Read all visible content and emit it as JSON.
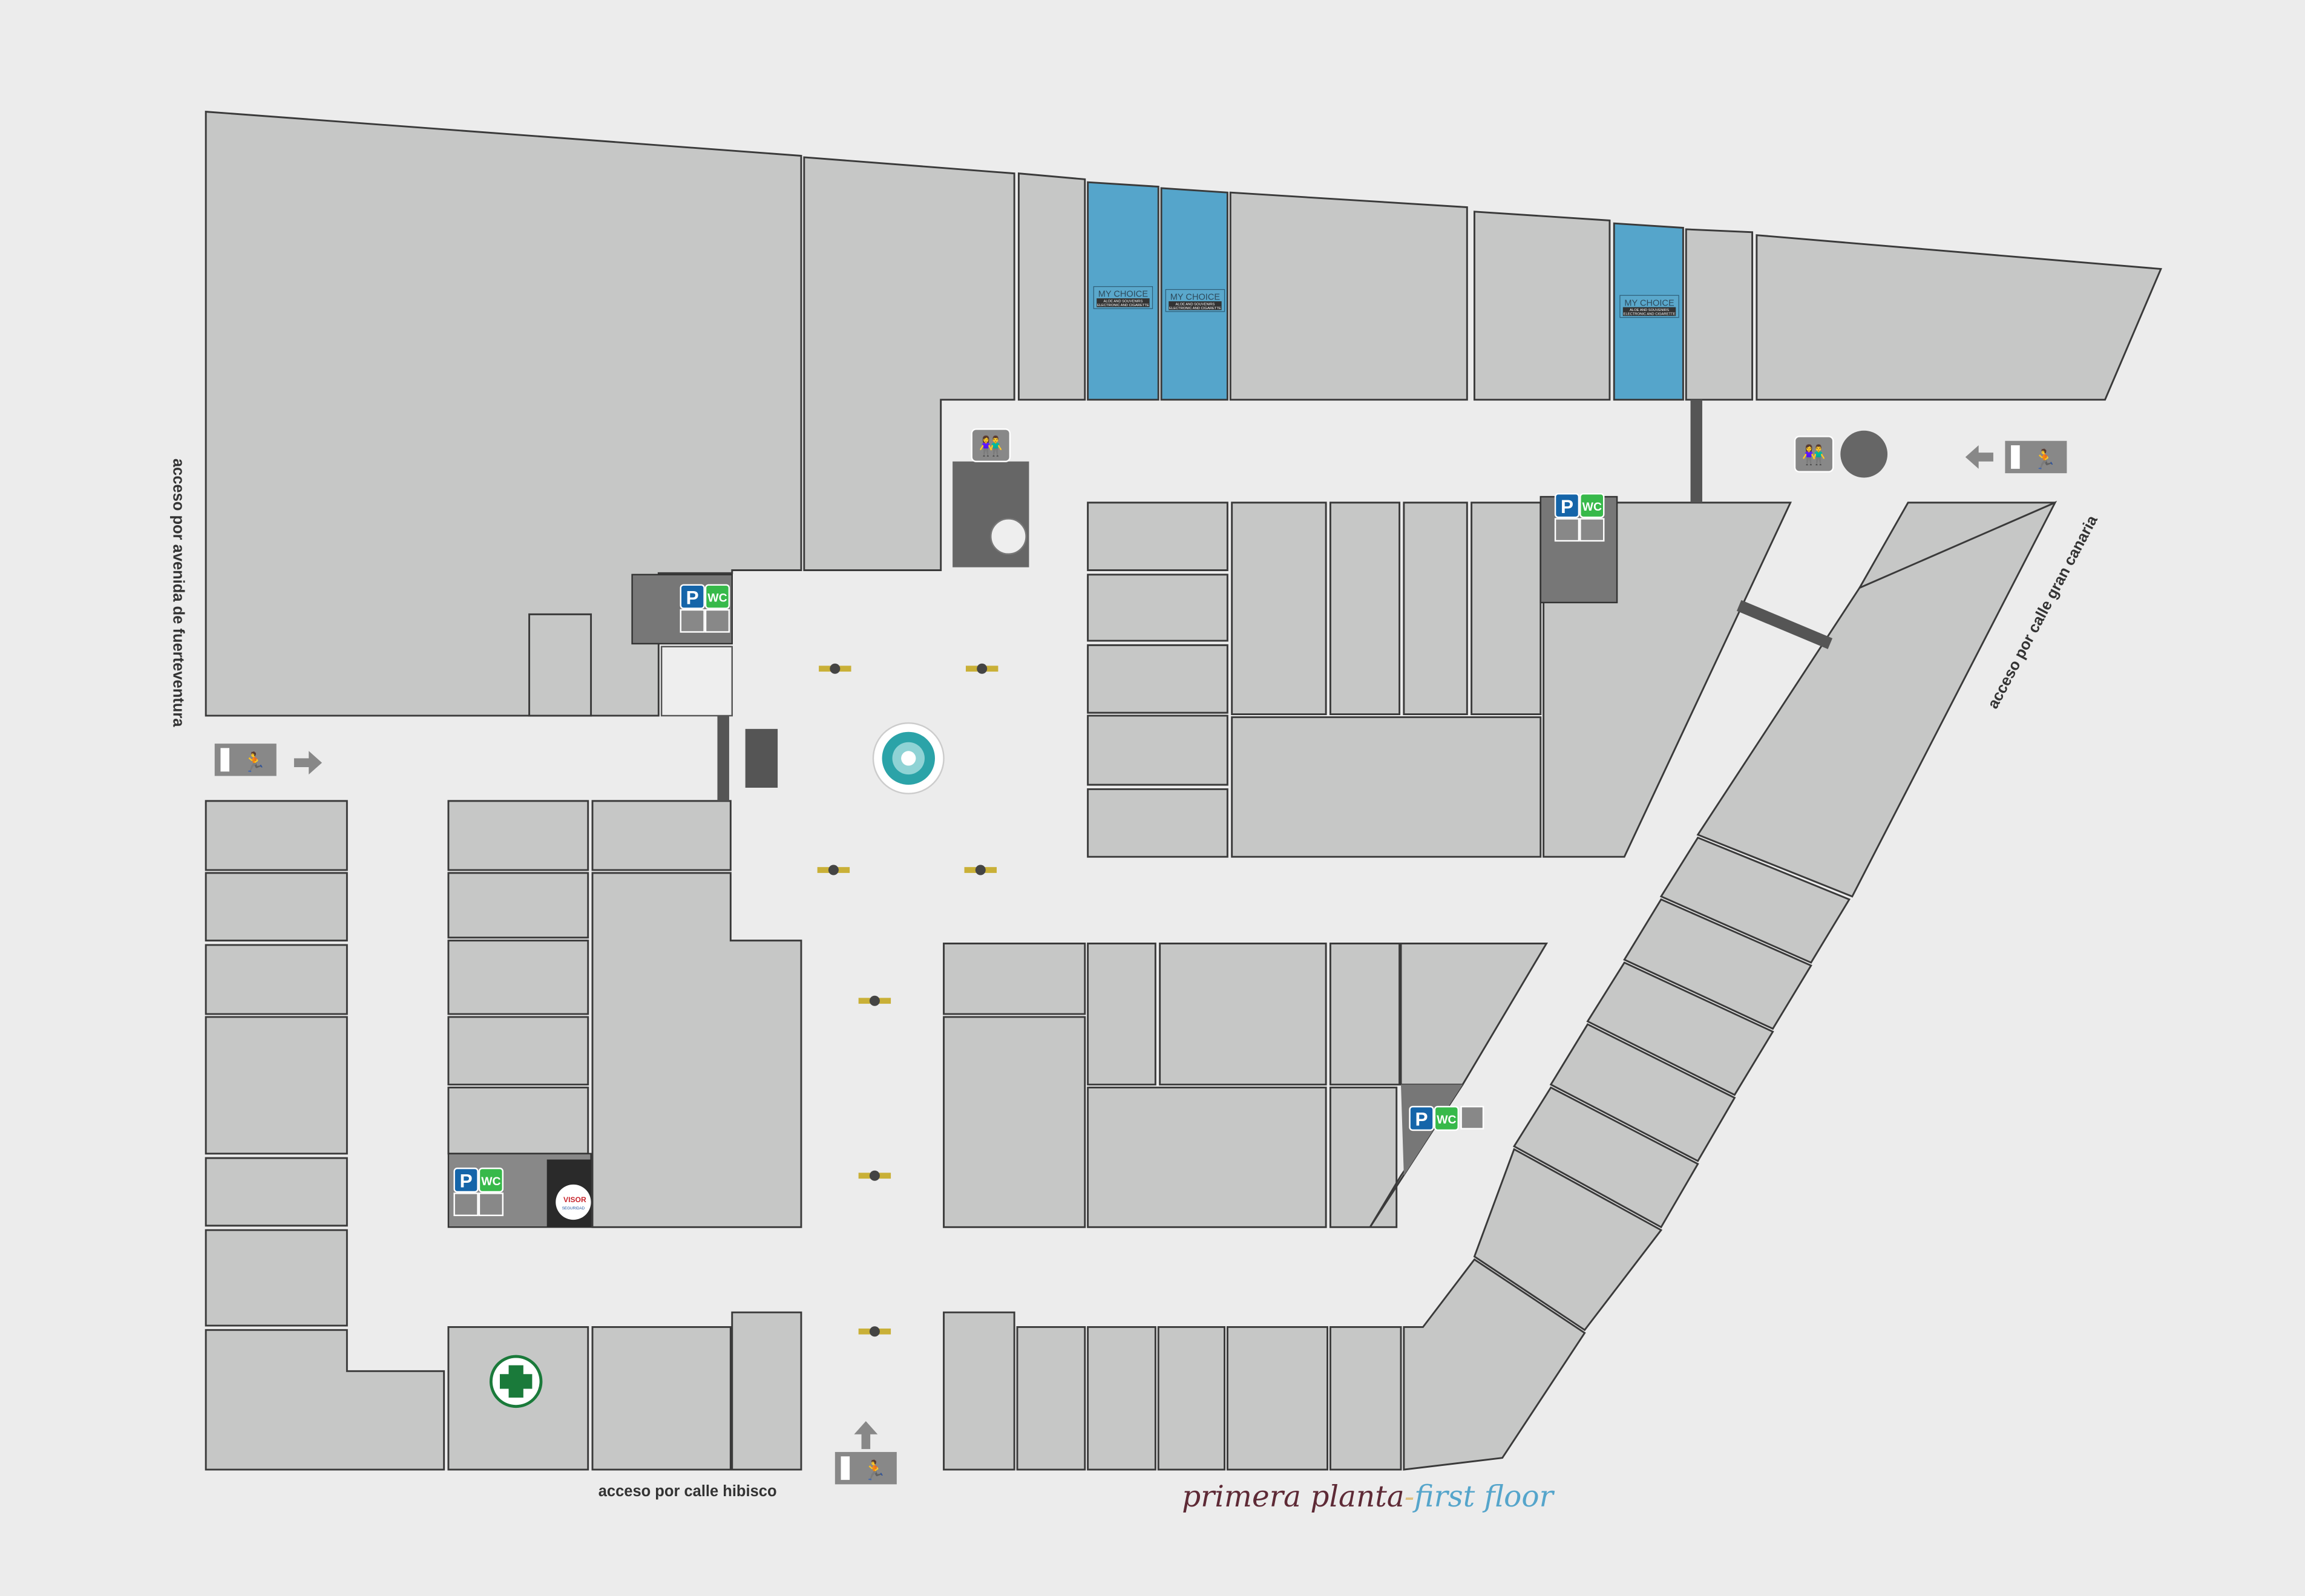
{
  "map": {
    "title_es": "primera planta",
    "title_sep": "-",
    "title_en": "first floor",
    "colors": {
      "title_es": "#5e2a36",
      "title_sep": "#e0c080",
      "title_en": "#55a5cb",
      "shop": "#c6c7c6",
      "shop_highlight": "#55a5cb",
      "background": "#ececec"
    },
    "access": {
      "west": "acceso por avenida de fuerteventura",
      "east": "acceso por calle gran canaria",
      "south": "acceso por calle hibisco"
    },
    "highlighted_shop": {
      "name": "MY CHOICE",
      "line1": "ALOE AND SOUVENIRS",
      "line2": "ELECTRONIC AND CIGARETTE"
    },
    "service_icons": {
      "parking": "P",
      "wc": "WC"
    },
    "security": {
      "name": "VISOR",
      "sub": "SEGURIDAD"
    }
  }
}
